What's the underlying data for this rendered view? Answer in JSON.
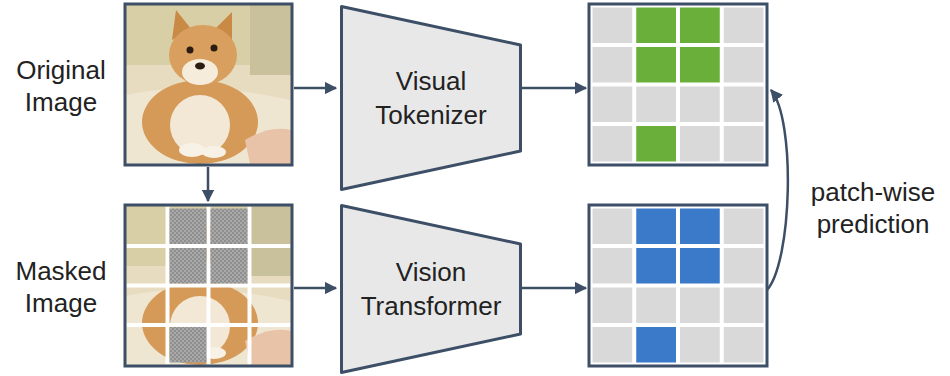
{
  "diagram": {
    "nodes": [
      {
        "text": [
          "Visual Tokenizer"
        ]
      },
      {
        "text": [
          "Vision Transformer"
        ]
      }
    ],
    "labels": [
      "Original Image",
      "Masked Image",
      "patch-wise prediction"
    ]
  }
}
